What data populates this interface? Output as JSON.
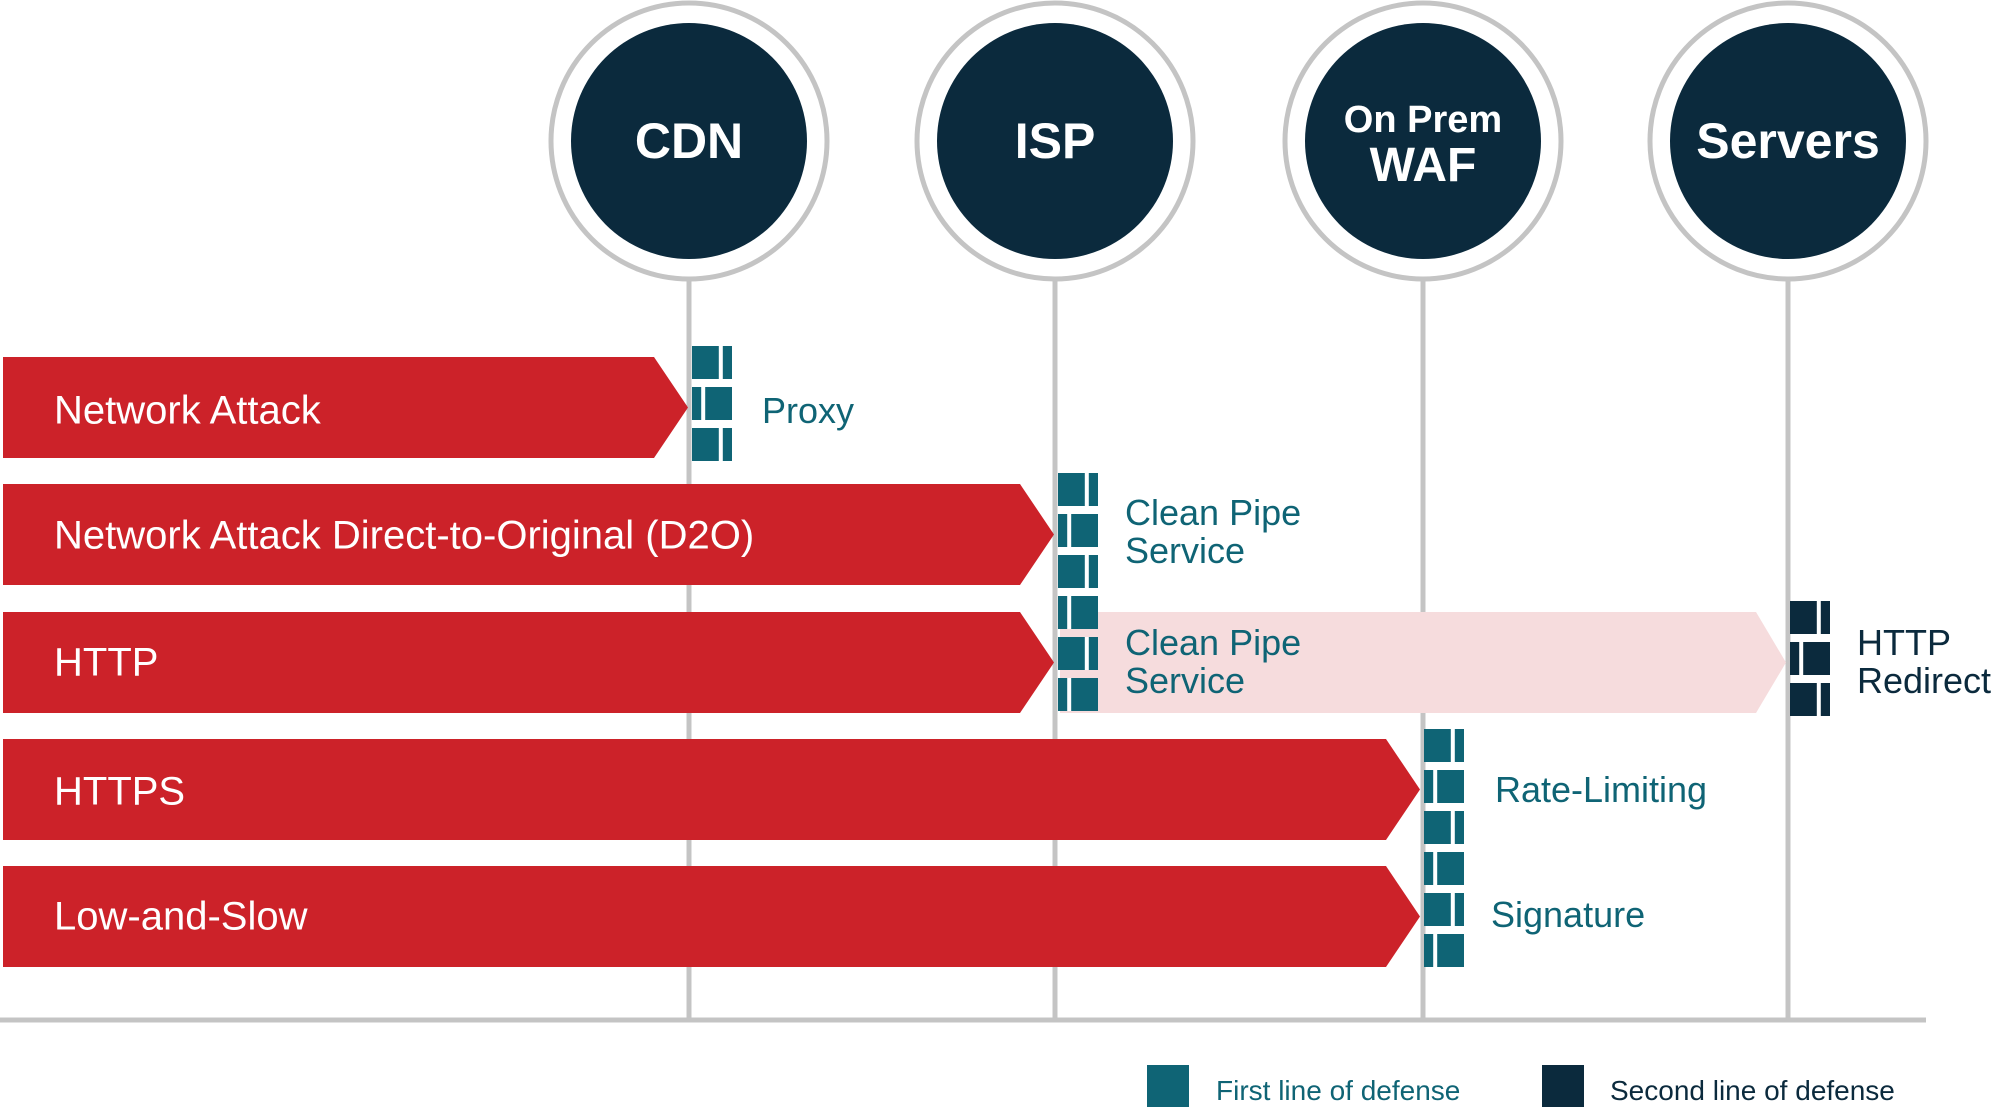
{
  "colors": {
    "attack": "#cc2229",
    "attack_light": "#f6dcdd",
    "first_line": "#0f6475",
    "second_line": "#0b2a3d",
    "node_fill": "#0b2a3d",
    "node_ring": "#c4c4c4",
    "axis": "#c4c4c4"
  },
  "nodes": [
    {
      "id": "cdn",
      "label": "CDN"
    },
    {
      "id": "isp",
      "label": "ISP"
    },
    {
      "id": "waf",
      "label_line1": "On Prem",
      "label_line2": "WAF"
    },
    {
      "id": "servers",
      "label": "Servers"
    }
  ],
  "attacks": [
    {
      "label": "Network Attack"
    },
    {
      "label": "Network Attack Direct-to-Original (D2O)"
    },
    {
      "label": "HTTP"
    },
    {
      "label": "HTTPS"
    },
    {
      "label": "Low-and-Slow"
    }
  ],
  "defenses": {
    "proxy": {
      "label": "Proxy",
      "type": "first"
    },
    "clean_pipe_1": {
      "line1": "Clean Pipe",
      "line2": "Service",
      "type": "first"
    },
    "clean_pipe_2": {
      "line1": "Clean Pipe",
      "line2": "Service",
      "type": "first"
    },
    "http_redirect": {
      "line1": "HTTP",
      "line2": "Redirect",
      "type": "second"
    },
    "rate_limiting": {
      "label": "Rate-Limiting",
      "type": "first"
    },
    "signature": {
      "label": "Signature",
      "type": "first"
    }
  },
  "legend": {
    "first": {
      "label": "First line of defense",
      "icon": "square-swatch"
    },
    "second": {
      "label": "Second line of defense",
      "icon": "square-swatch"
    }
  }
}
